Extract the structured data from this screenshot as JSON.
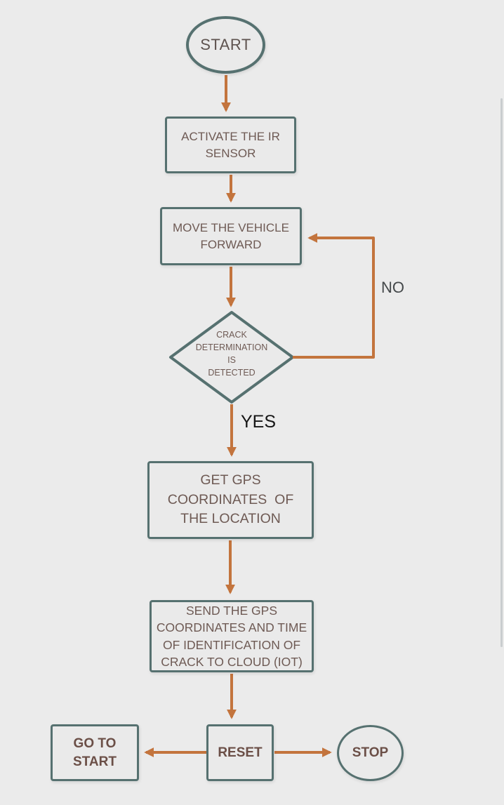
{
  "colors": {
    "background": "#ebebeb",
    "shape_border": "#567170",
    "arrow": "#c3743d",
    "box_text": "#6e5a54",
    "bold_text": "#6b4f47",
    "no_label": "#44484a",
    "yes_label": "#151515",
    "scrollbar": "#c9cdcf"
  },
  "flowchart": {
    "nodes": {
      "start": {
        "type": "terminator-ellipse",
        "label": "START"
      },
      "activate_sensor": {
        "type": "process",
        "lines": [
          "ACTIVATE THE IR",
          "SENSOR"
        ]
      },
      "move_forward": {
        "type": "process",
        "lines": [
          "MOVE THE VEHICLE",
          "FORWARD"
        ]
      },
      "crack_decision": {
        "type": "decision-diamond",
        "lines": [
          "CRACK",
          "DETERMINATION",
          "IS",
          "DETECTED"
        ]
      },
      "get_gps": {
        "type": "process",
        "lines": [
          "GET GPS",
          "COORDINATES  OF",
          "THE LOCATION"
        ]
      },
      "send_cloud": {
        "type": "process",
        "lines": [
          "SEND THE GPS",
          "COORDINATES AND TIME",
          "OF IDENTIFICATION OF",
          "CRACK TO CLOUD (IOT)"
        ]
      },
      "go_to_start": {
        "type": "process",
        "lines": [
          "GO TO",
          "START"
        ]
      },
      "reset": {
        "type": "process",
        "label": "RESET"
      },
      "stop": {
        "type": "terminator-ellipse",
        "label": "STOP"
      }
    },
    "edge_labels": {
      "no": "NO",
      "yes": "YES"
    },
    "edges": [
      "start -> activate_sensor",
      "activate_sensor -> move_forward",
      "move_forward -> crack_decision",
      "crack_decision -NO-> move_forward",
      "crack_decision -YES-> get_gps",
      "get_gps -> send_cloud",
      "send_cloud -> reset",
      "reset -> go_to_start",
      "reset -> stop"
    ]
  }
}
